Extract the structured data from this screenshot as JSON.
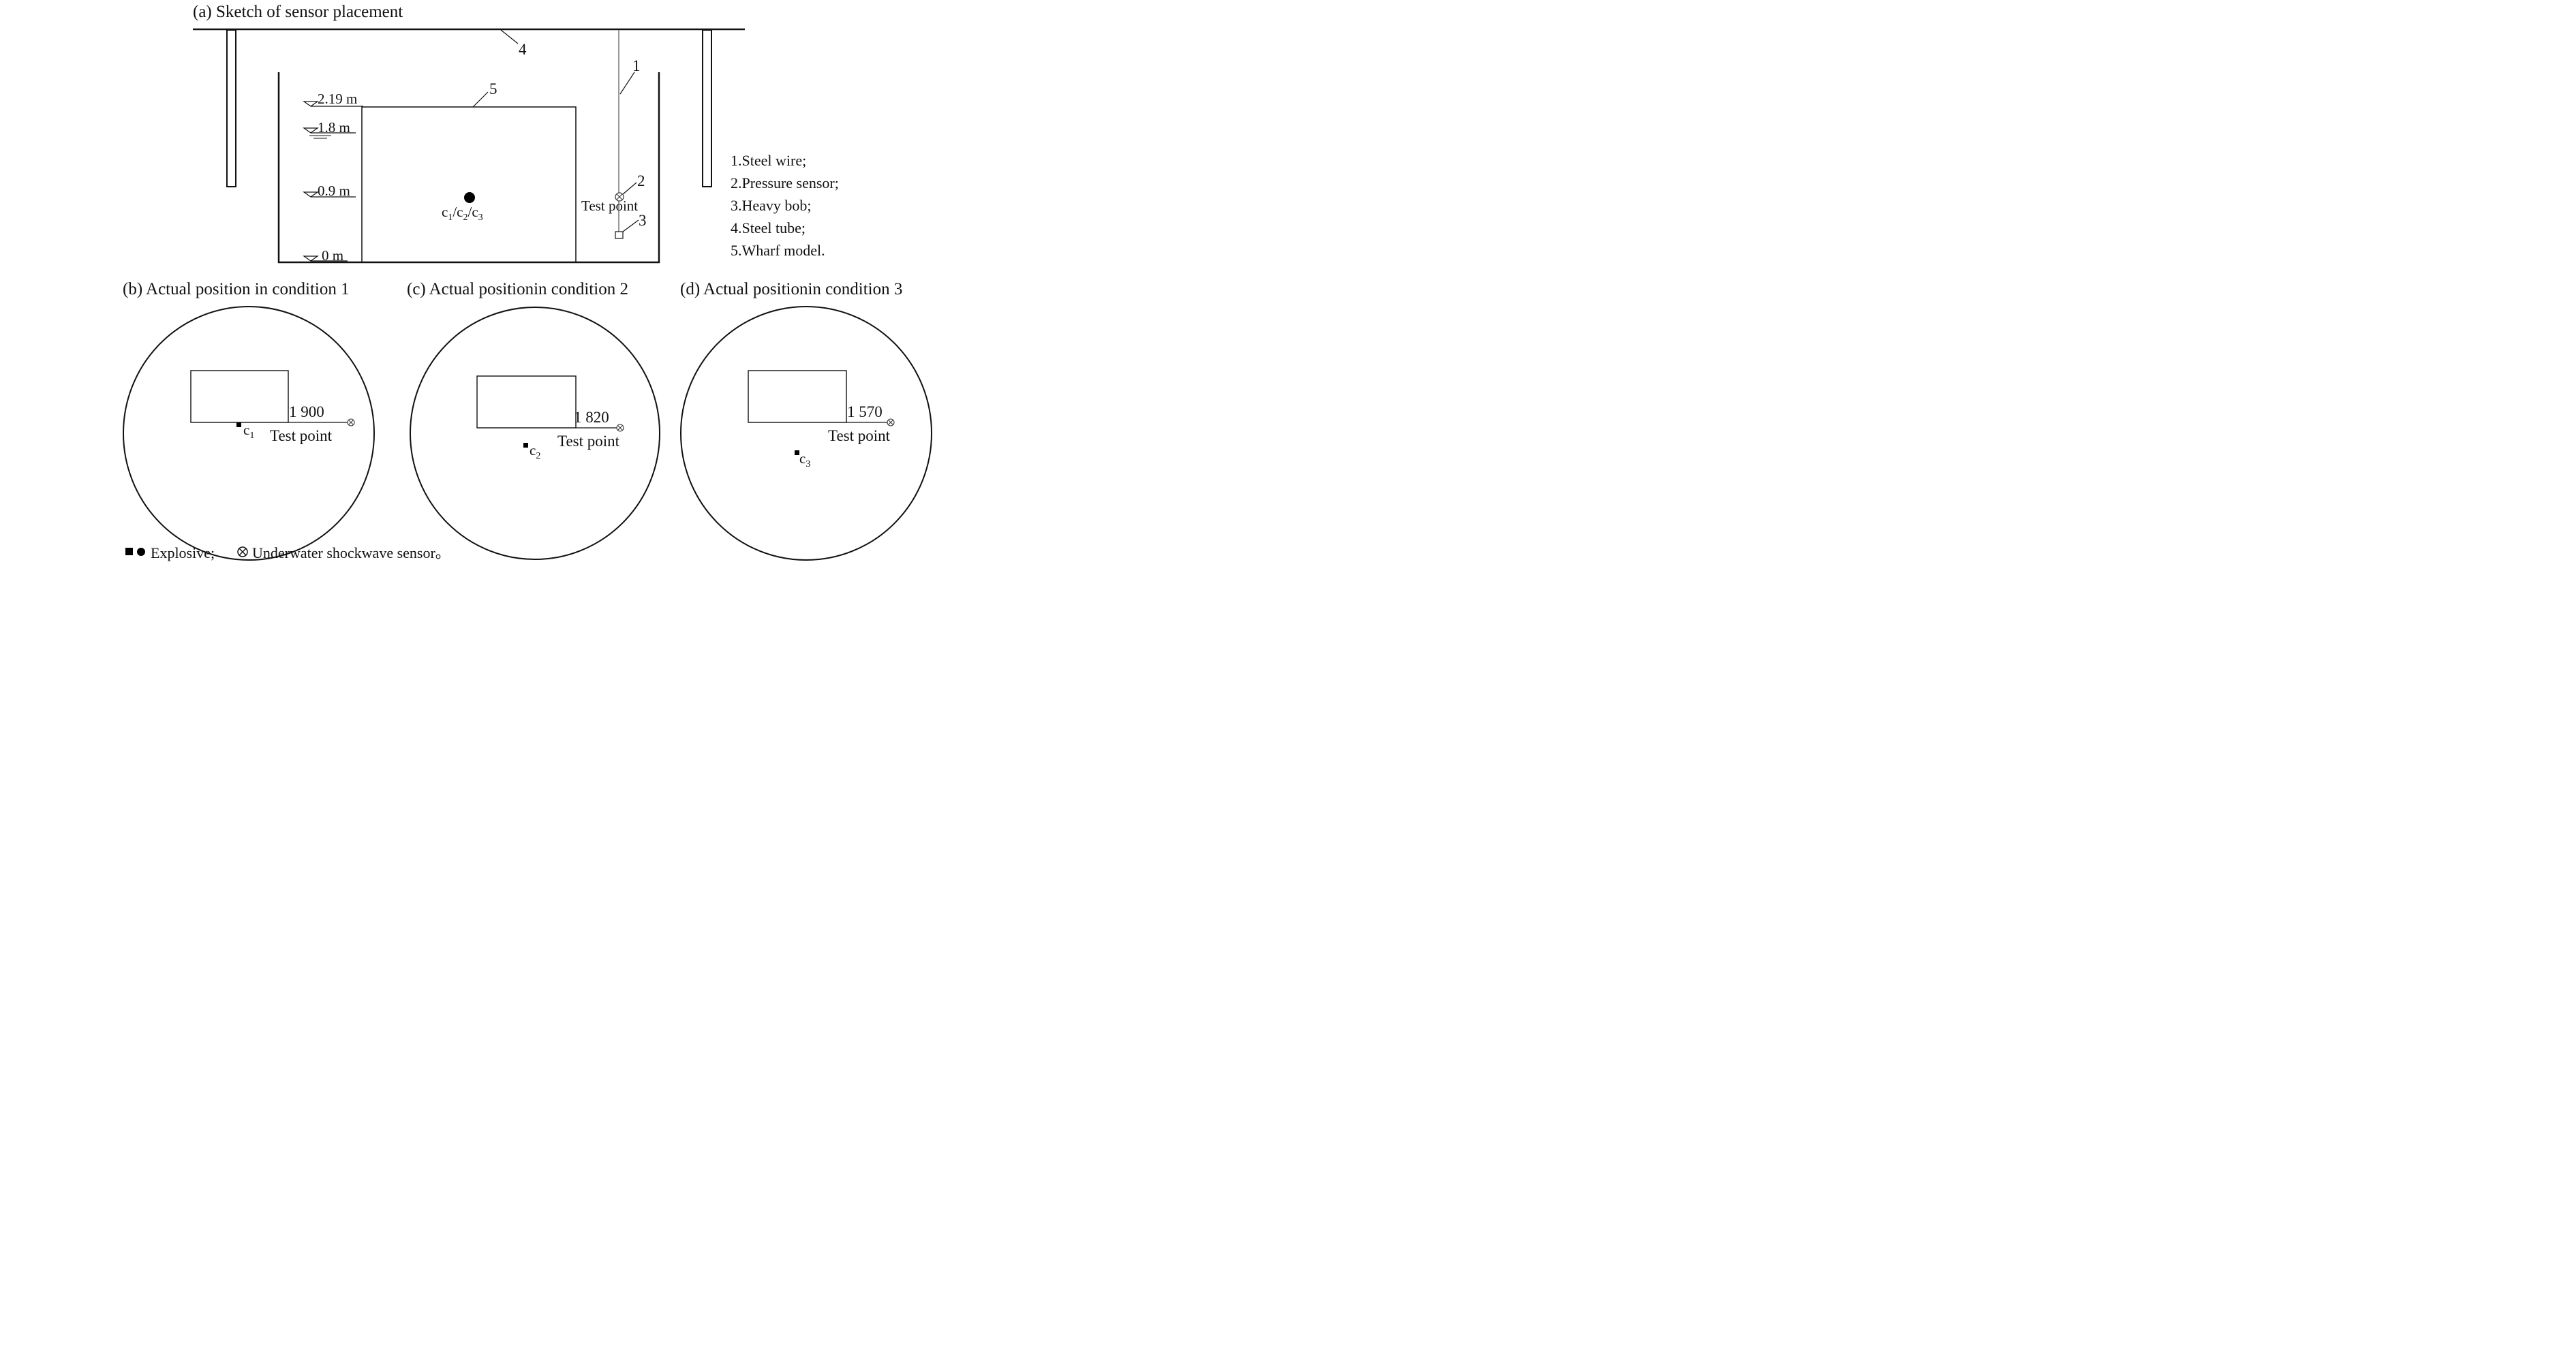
{
  "panel_a": {
    "caption": "(a) Sketch of sensor placement",
    "callouts": {
      "steel_tube": "4",
      "wire": "1",
      "wharf": "5",
      "sensor": "2",
      "bob": "3"
    },
    "levels": [
      "2.19 m",
      "1.8 m",
      "0.9 m",
      "0 m"
    ],
    "charge_label": {
      "c": "c",
      "s1": "1",
      "slash": "/",
      "s2": "2",
      "s3": "3"
    },
    "test_point": "Test point",
    "legend": [
      "1.Steel wire;",
      "2.Pressure sensor;",
      "3.Heavy bob;",
      "4.Steel tube;",
      "5.Wharf model."
    ]
  },
  "panel_b": {
    "caption": "(b) Actual position in condition 1",
    "distance": "1 900",
    "test_point": "Test point",
    "charge": "c",
    "charge_sub": "1"
  },
  "panel_c": {
    "caption": "(c) Actual positionin condition 2",
    "distance": "1 820",
    "test_point": "Test point",
    "charge": "c",
    "charge_sub": "2"
  },
  "panel_d": {
    "caption": "(d) Actual positionin condition 3",
    "distance": "1 570",
    "test_point": "Test point",
    "charge": "c",
    "charge_sub": "3"
  },
  "footer": {
    "explosive": "Explosive;",
    "sensor": "Underwater shockwave sensor。"
  },
  "colors": {
    "line": "#111111",
    "wire": "#999999"
  }
}
